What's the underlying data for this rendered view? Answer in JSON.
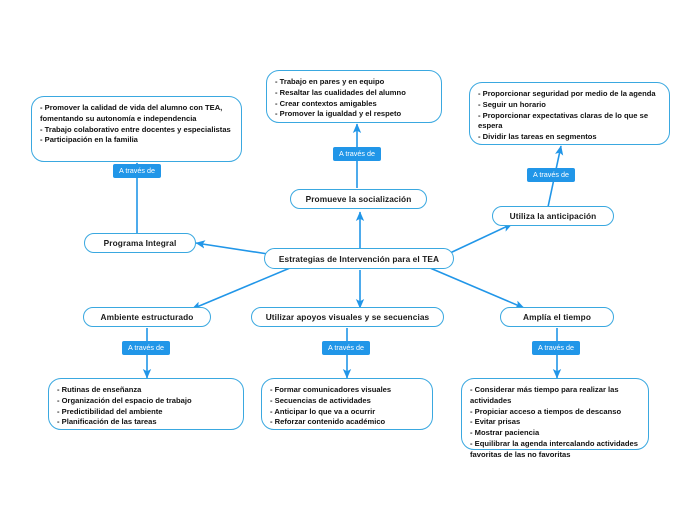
{
  "diagram": {
    "title": "Estrategias de Intervención para el TEA",
    "accent_color": "#3aa8e0",
    "badge_color": "#2196e8",
    "background_color": "#ffffff",
    "connector_label": "A través de"
  },
  "center": {
    "label": "Estrategias de Intervención para el TEA"
  },
  "branches": [
    {
      "key": "programa_integral",
      "label": "Programa Integral",
      "connector": "A través de",
      "details": [
        "- Promover la calidad de vida del alumno con TEA, fomentando su autonomía e independencia",
        "- Trabajo colaborativo entre docentes y especialistas",
        "- Participación en la familia"
      ]
    },
    {
      "key": "promueve_socializacion",
      "label": "Promueve la socialización",
      "connector": "A través de",
      "details": [
        "- Trabajo en pares y en equipo",
        "- Resaltar las cualidades del alumno",
        "- Crear contextos amigables",
        "- Promover la igualdad y el respeto"
      ]
    },
    {
      "key": "utiliza_anticipacion",
      "label": "Utiliza la anticipación",
      "connector": "A través de",
      "details": [
        "- Proporcionar seguridad por medio de la agenda",
        "- Seguir un horario",
        "- Proporcionar expectativas claras de lo que se espera",
        "- Dividir las tareas en segmentos"
      ]
    },
    {
      "key": "ambiente_estructurado",
      "label": "Ambiente estructurado",
      "connector": "A través de",
      "details": [
        "- Rutinas de enseñanza",
        "- Organización del espacio de trabajo",
        "- Predictibilidad del ambiente",
        "- Planificación de las tareas"
      ]
    },
    {
      "key": "apoyos_visuales",
      "label": "Utilizar apoyos visuales y se secuencias",
      "connector": "A través de",
      "details": [
        "- Formar comunicadores visuales",
        "- Secuencias de actividades",
        "- Anticipar lo que va a ocurrir",
        "- Reforzar contenido académico"
      ]
    },
    {
      "key": "amplia_el_tiempo",
      "label": "Amplía el tiempo",
      "connector": "A través de",
      "details": [
        "- Considerar más tiempo para realizar las actividades",
        "- Propiciar acceso a tiempos de descanso",
        "- Evitar prisas",
        "- Mostrar paciencia",
        "- Equilibrar la agenda intercalando actividades favoritas de las no favoritas"
      ]
    }
  ]
}
